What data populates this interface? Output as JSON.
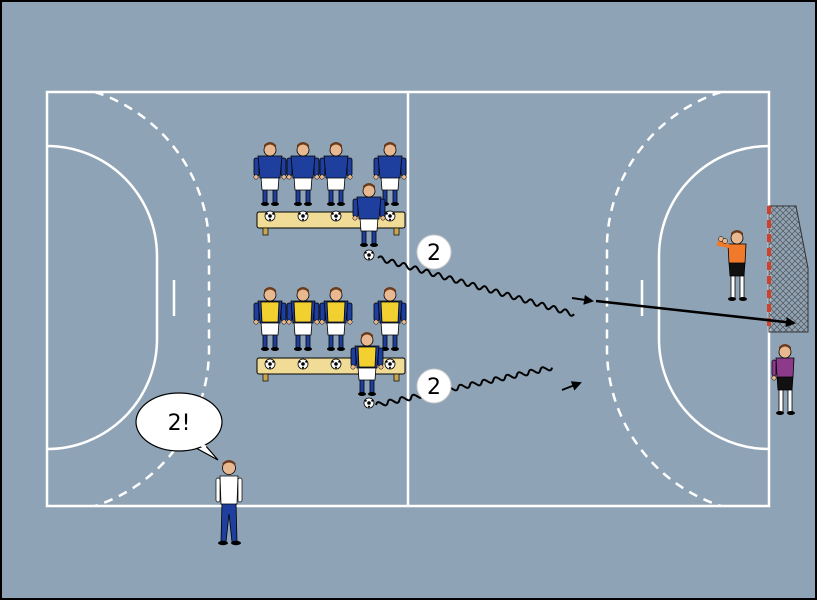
{
  "colors": {
    "court": "#8fa3b6",
    "lines": "#ffffff",
    "blue_team": "#1f3f9e",
    "yellow_bib": "#f2d030",
    "bench": "#f0dc96",
    "goalkeeper_orange": "#f07a2a",
    "goalkeeper_purple": "#8c3a8a",
    "arrow": "#000000"
  },
  "coach_call": "2!",
  "run_labels": [
    "2",
    "2"
  ],
  "icons": [
    "players",
    "bench",
    "ball",
    "goal",
    "coach",
    "speech-bubble",
    "dribble-path-arrow",
    "shot-arrow"
  ]
}
